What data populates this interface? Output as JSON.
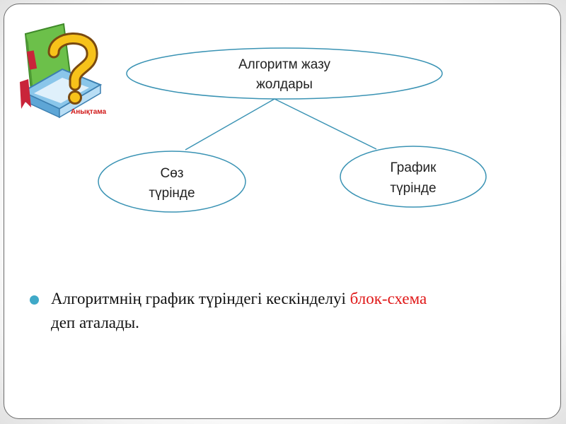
{
  "diagram": {
    "root": {
      "line1": "Алгоритм жазу",
      "line2": "жолдары"
    },
    "left": {
      "line1": "Сөз",
      "line2": "түрінде"
    },
    "right": {
      "line1": "График",
      "line2": "түрінде"
    }
  },
  "logo": {
    "label": "Анықтама",
    "icon": "book-question-icon"
  },
  "bullet": {
    "text_before": "Алгоритмнің график түріндегі кескінделуі ",
    "highlight": "блок-схема",
    "text_after": "деп аталады."
  },
  "colors": {
    "node_stroke": "#3a93b4",
    "line_stroke": "#3a93b4",
    "bullet": "#3fa9c8",
    "highlight": "#e01818",
    "logo_label": "#d01818"
  }
}
